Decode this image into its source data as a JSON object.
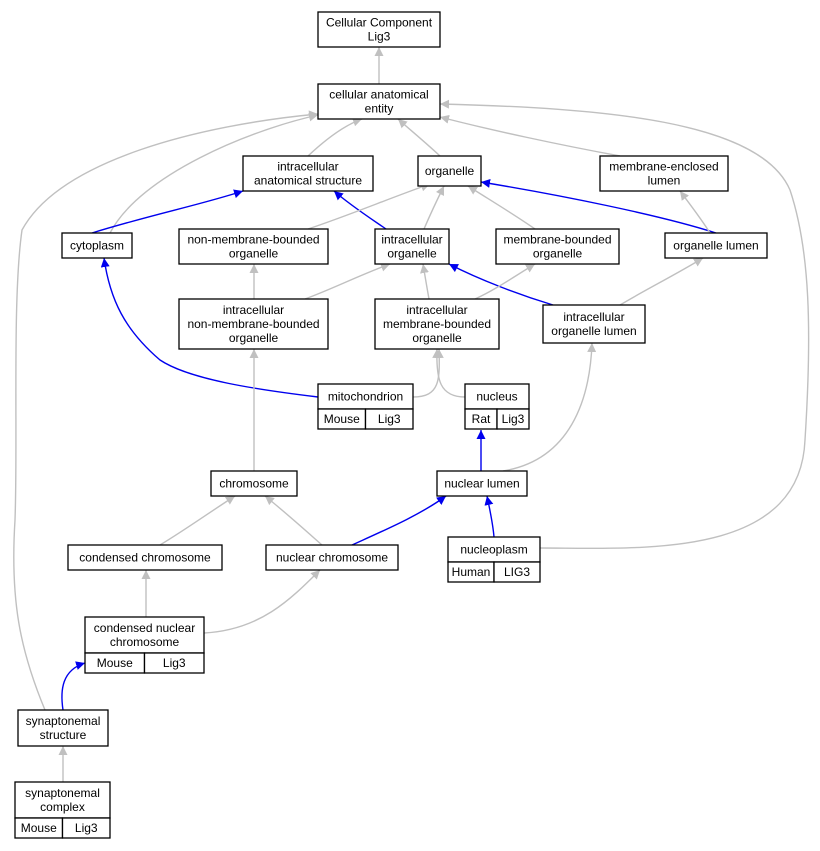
{
  "colors": {
    "gray_edge": "#c0c0c0",
    "blue_edge": "#0000ee",
    "mouse": "#add8e6",
    "rat": "#ffd700",
    "human": "#ff6347"
  },
  "nodes": {
    "root": {
      "lines": [
        "Cellular Component",
        "Lig3"
      ]
    },
    "cae": {
      "lines": [
        "cellular anatomical",
        "entity"
      ]
    },
    "ias": {
      "lines": [
        "intracellular",
        "anatomical structure"
      ]
    },
    "org": {
      "lines": [
        "organelle"
      ]
    },
    "mel": {
      "lines": [
        "membrane-enclosed",
        "lumen"
      ]
    },
    "cyto": {
      "lines": [
        "cytoplasm"
      ]
    },
    "nmbo": {
      "lines": [
        "non-membrane-bounded",
        "organelle"
      ]
    },
    "io": {
      "lines": [
        "intracellular",
        "organelle"
      ]
    },
    "mbo": {
      "lines": [
        "membrane-bounded",
        "organelle"
      ]
    },
    "olum": {
      "lines": [
        "organelle lumen"
      ]
    },
    "inmbo": {
      "lines": [
        "intracellular",
        "non-membrane-bounded",
        "organelle"
      ]
    },
    "imbo": {
      "lines": [
        "intracellular",
        "membrane-bounded",
        "organelle"
      ]
    },
    "iol": {
      "lines": [
        "intracellular",
        "organelle lumen"
      ]
    },
    "mito": {
      "lines": [
        "mitochondrion"
      ],
      "species": "Mouse",
      "gene": "Lig3"
    },
    "nuc": {
      "lines": [
        "nucleus"
      ],
      "species": "Rat",
      "gene": "Lig3"
    },
    "chrom": {
      "lines": [
        "chromosome"
      ]
    },
    "nlum": {
      "lines": [
        "nuclear lumen"
      ]
    },
    "cchrom": {
      "lines": [
        "condensed chromosome"
      ]
    },
    "nchrom": {
      "lines": [
        "nuclear chromosome"
      ]
    },
    "nplasm": {
      "lines": [
        "nucleoplasm"
      ],
      "species": "Human",
      "gene": "LIG3"
    },
    "cnc": {
      "lines": [
        "condensed nuclear",
        "chromosome"
      ],
      "species": "Mouse",
      "gene": "Lig3"
    },
    "synst": {
      "lines": [
        "synaptonemal",
        "structure"
      ]
    },
    "sync": {
      "lines": [
        "synaptonemal",
        "complex"
      ],
      "species": "Mouse",
      "gene": "Lig3"
    }
  },
  "edges": [
    {
      "from": "cae",
      "to": "root",
      "kind": "gray"
    },
    {
      "from": "ias",
      "to": "cae",
      "kind": "gray"
    },
    {
      "from": "org",
      "to": "cae",
      "kind": "gray"
    },
    {
      "from": "mel",
      "to": "cae",
      "kind": "gray"
    },
    {
      "from": "cyto",
      "to": "cae",
      "kind": "gray"
    },
    {
      "from": "synst",
      "to": "cae",
      "kind": "gray"
    },
    {
      "from": "nplasm",
      "to": "cae",
      "kind": "gray"
    },
    {
      "from": "cyto",
      "to": "ias",
      "kind": "blue"
    },
    {
      "from": "io",
      "to": "ias",
      "kind": "blue"
    },
    {
      "from": "nmbo",
      "to": "org",
      "kind": "gray"
    },
    {
      "from": "io",
      "to": "org",
      "kind": "gray"
    },
    {
      "from": "mbo",
      "to": "org",
      "kind": "gray"
    },
    {
      "from": "olum",
      "to": "org",
      "kind": "blue"
    },
    {
      "from": "olum",
      "to": "mel",
      "kind": "gray"
    },
    {
      "from": "inmbo",
      "to": "nmbo",
      "kind": "gray"
    },
    {
      "from": "inmbo",
      "to": "io",
      "kind": "gray"
    },
    {
      "from": "imbo",
      "to": "io",
      "kind": "gray"
    },
    {
      "from": "iol",
      "to": "io",
      "kind": "blue"
    },
    {
      "from": "imbo",
      "to": "mbo",
      "kind": "gray"
    },
    {
      "from": "iol",
      "to": "olum",
      "kind": "gray"
    },
    {
      "from": "mito",
      "to": "cyto",
      "kind": "blue"
    },
    {
      "from": "mito",
      "to": "imbo",
      "kind": "gray"
    },
    {
      "from": "nuc",
      "to": "imbo",
      "kind": "gray"
    },
    {
      "from": "chrom",
      "to": "inmbo",
      "kind": "gray"
    },
    {
      "from": "nlum",
      "to": "nuc",
      "kind": "blue"
    },
    {
      "from": "nlum",
      "to": "iol",
      "kind": "gray"
    },
    {
      "from": "cchrom",
      "to": "chrom",
      "kind": "gray"
    },
    {
      "from": "nchrom",
      "to": "chrom",
      "kind": "gray"
    },
    {
      "from": "nchrom",
      "to": "nlum",
      "kind": "blue"
    },
    {
      "from": "nplasm",
      "to": "nlum",
      "kind": "blue"
    },
    {
      "from": "cnc",
      "to": "cchrom",
      "kind": "gray"
    },
    {
      "from": "cnc",
      "to": "nchrom",
      "kind": "gray"
    },
    {
      "from": "synst",
      "to": "cnc",
      "kind": "blue"
    },
    {
      "from": "sync",
      "to": "synst",
      "kind": "gray"
    }
  ]
}
